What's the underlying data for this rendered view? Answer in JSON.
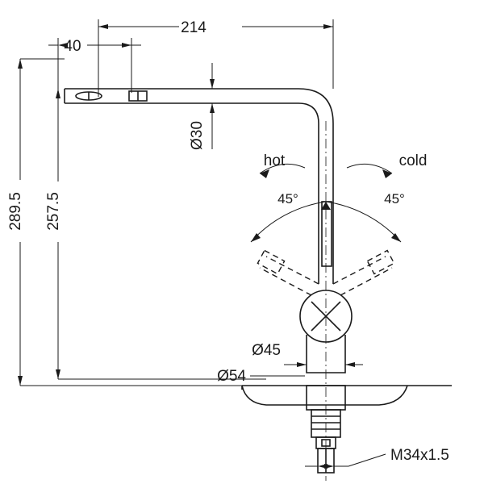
{
  "drawing": {
    "title": "Kitchen mixer tap technical dimension drawing",
    "line_color": "#1a1a1a",
    "dimensions": {
      "reach": "214",
      "spout_offset": "40",
      "spout_diameter": "Ø30",
      "total_height": "289.5",
      "spout_height": "257.5",
      "body_diameter": "Ø45",
      "base_diameter": "Ø54",
      "thread": "M34x1.5"
    },
    "labels": {
      "hot": "hot",
      "cold": "cold",
      "angle_left": "45°",
      "angle_right": "45°"
    }
  }
}
